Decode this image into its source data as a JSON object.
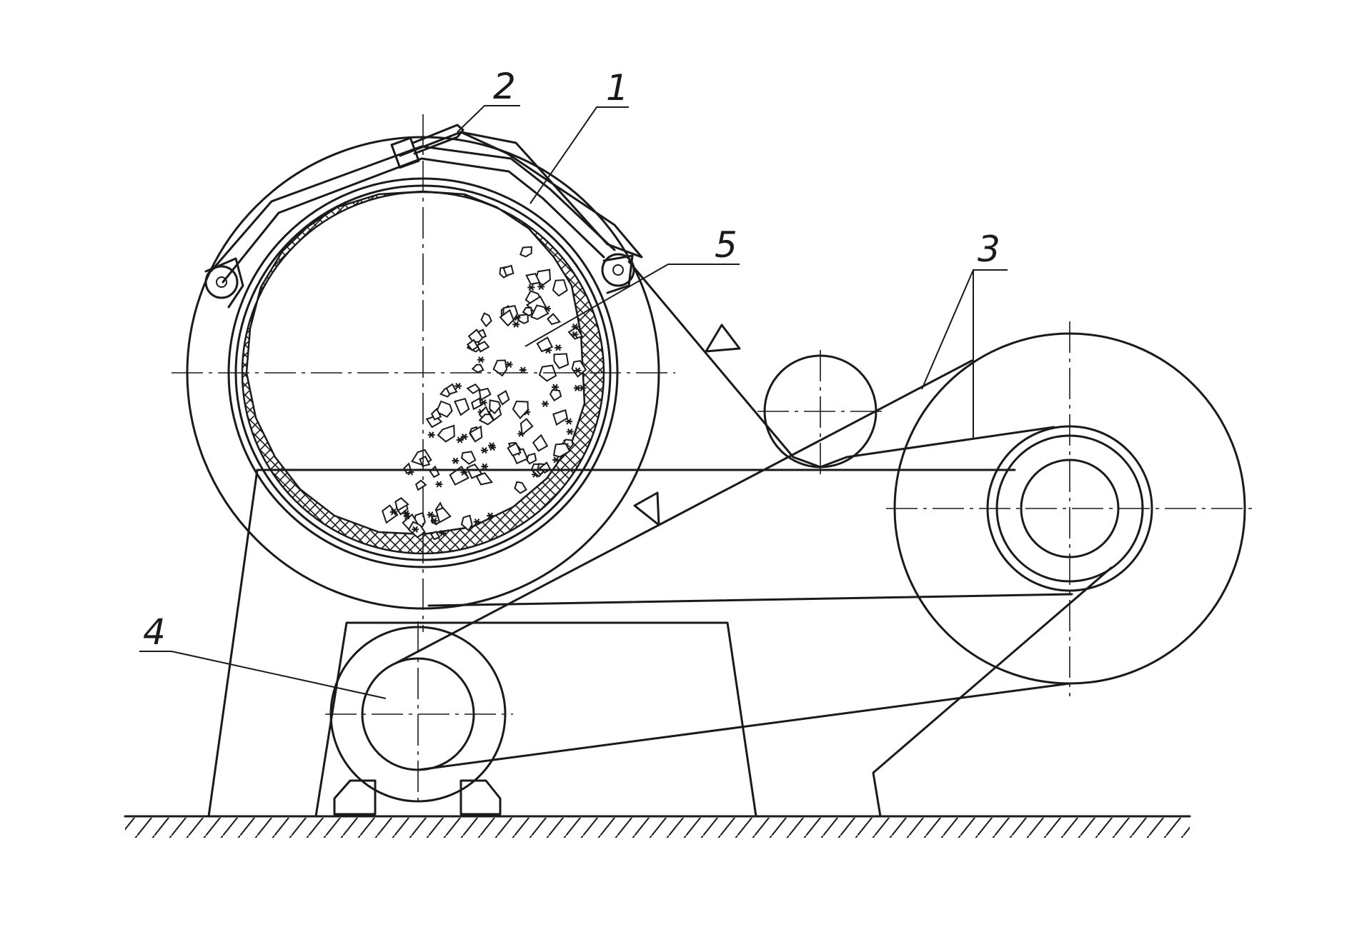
{
  "labels": {
    "part_1": "1",
    "part_2": "2",
    "part_3": "3",
    "part_4": "4",
    "part_5": "5"
  },
  "colors": {
    "line": "#1a1a1a",
    "background": "#ffffff"
  }
}
